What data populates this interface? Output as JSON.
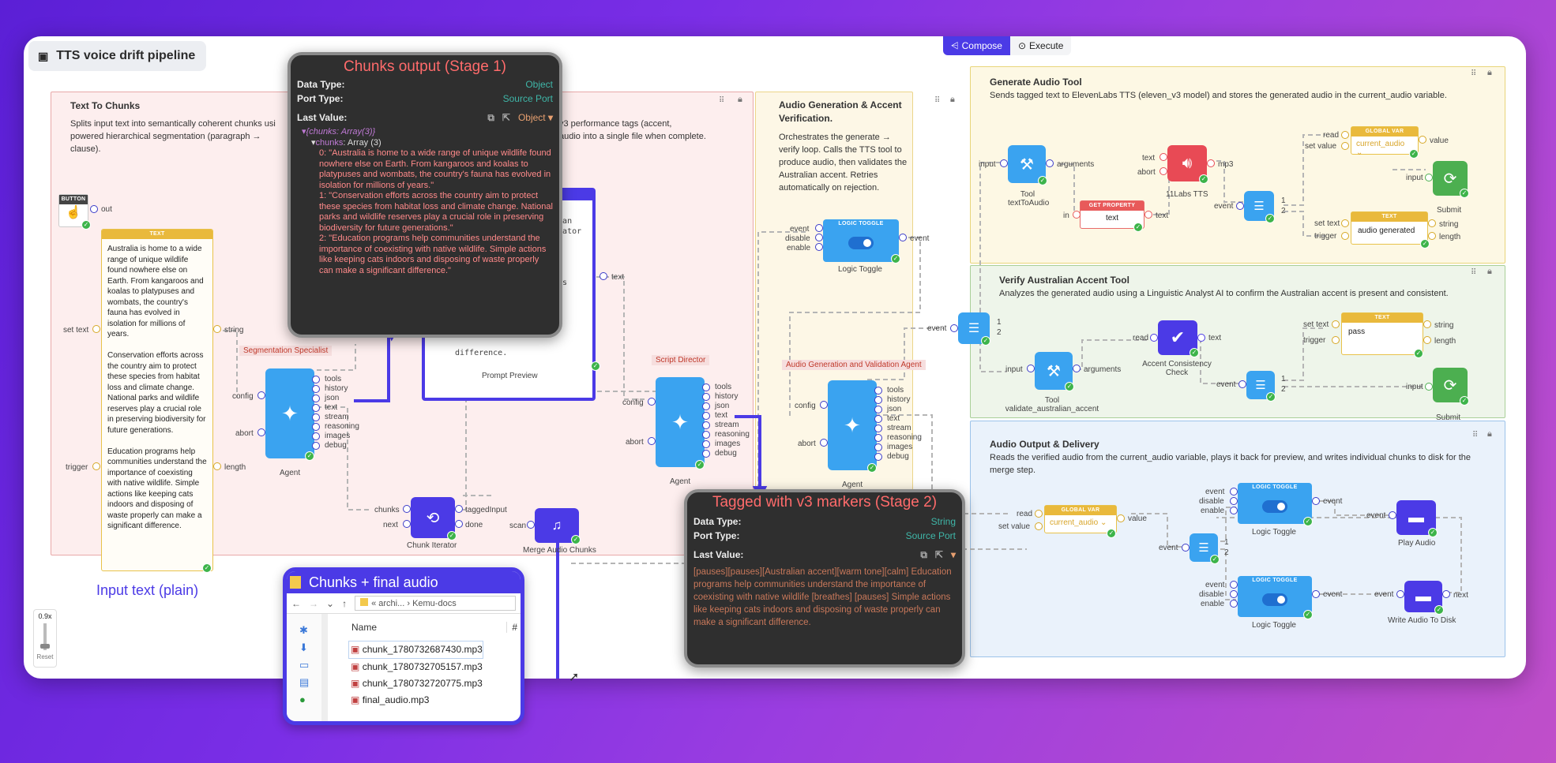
{
  "app": {
    "title": "TTS voice drift pipeline",
    "modes": [
      "Compose",
      "Execute"
    ],
    "zoom": "0.9x",
    "reset": "Reset"
  },
  "groups": {
    "text_to_chunks": {
      "title": "Text To Chunks",
      "desc": "Splits input text into semantically coherent chunks usi",
      "desc2": "powered hierarchical segmentation (paragraph →",
      "desc3": "clause).",
      "desc_r1": "v3 performance tags (accent,",
      "desc_r2": "audio into a single file when complete."
    },
    "audio_gen": {
      "title": "Audio Generation & Accent",
      "title2": "Verification.",
      "desc": "Orchestrates the generate → verify loop. Calls the TTS tool to produce audio, then validates the Australian accent. Retries automatically on rejection."
    },
    "gen_tool": {
      "title": "Generate Audio Tool",
      "desc": "Sends tagged text to ElevenLabs TTS (eleven_v3 model) and stores the generated audio in the current_audio variable."
    },
    "verify_tool": {
      "title": "Verify Australian Accent Tool",
      "desc": "Analyzes the generated audio using a Linguistic Analyst AI to confirm the Australian accent is present and consistent."
    },
    "output": {
      "title": "Audio Output & Delivery",
      "desc": "Reads the verified audio from the current_audio variable, plays it back for preview, and writes individual chunks to disk for the merge step."
    }
  },
  "nodes": {
    "button": {
      "head": "BUTTON",
      "out": "out"
    },
    "text": {
      "head": "TEXT",
      "body": [
        "Australia is home to a wide range of unique wildlife found nowhere else on Earth. From kangaroos and koalas to platypuses and wombats, the country's fauna has evolved in isolation for millions of years.",
        "Conservation efforts across the country aim to protect these species from habitat loss and climate change. National parks and wildlife reserves play a crucial role in preserving biodiversity for future generations.",
        "Education programs help communities understand the importance of coexisting with native wildlife. Simple actions like keeping cats indoors and disposing of waste properly can make a significant difference."
      ],
      "set_text": "set text",
      "trigger": "trigger",
      "string": "string",
      "length": "length"
    },
    "agent_ports": [
      "tools",
      "history",
      "json",
      "text",
      "stream",
      "reasoning",
      "images",
      "debug"
    ],
    "agent_in": [
      "config",
      "abort"
    ],
    "agent": "Agent",
    "seg_spec": "Segmentation Specialist",
    "script_director": "Script Director",
    "agv_agent": "Audio Generation and Validation Agent",
    "prompt_preview": "Prompt Preview",
    "prompt_text": "difference.",
    "prompt_lines": [
      "alian",
      "arrator",
      "m",
      "ties"
    ],
    "chunk_iter": {
      "name": "Chunk Iterator",
      "in": [
        "chunks",
        "next"
      ],
      "out": [
        "taggedInput",
        "done"
      ]
    },
    "merge": {
      "name": "Merge Audio Chunks",
      "in": "scan"
    },
    "logic_toggle": {
      "head": "LOGIC TOGGLE",
      "name": "Logic Toggle",
      "in": [
        "event",
        "disable",
        "enable"
      ],
      "out": "event"
    },
    "tool_tta": {
      "name1": "Tool",
      "name2": "textToAudio",
      "in": "input",
      "out": "arguments"
    },
    "get_prop": {
      "head": "GET PROPERTY",
      "field": "text",
      "in": "in",
      "out": "text"
    },
    "tts": {
      "name": "11Labs TTS",
      "in": [
        "text",
        "abort"
      ],
      "out": "mp3"
    },
    "global_var": {
      "head": "GLOBAL VAR",
      "value": "current_audio",
      "read": "read",
      "set": "set value",
      "out": "value"
    },
    "text_small": {
      "head": "TEXT",
      "val1": "audio generated",
      "val2": "pass",
      "set": "set text",
      "trig": "trigger",
      "out1": "string",
      "out2": "length"
    },
    "seq_ports": {
      "event": "event",
      "p1": "1",
      "p2": "2"
    },
    "submit": {
      "name": "Submit",
      "in": "input"
    },
    "tool_va": {
      "name1": "Tool",
      "name2": "validate_australian_accent",
      "in": "input",
      "out": "arguments"
    },
    "acc": {
      "name1": "Accent Consistency",
      "name2": "Check",
      "in": "read",
      "out": "text"
    },
    "play": {
      "name": "Play Audio",
      "in": "event"
    },
    "write": {
      "name": "Write Audio To Disk",
      "in": "event",
      "out": "next"
    }
  },
  "popups": {
    "chunks": {
      "title": "Chunks output (Stage 1)",
      "data_type_label": "Data Type:",
      "data_type": "Object",
      "port_type_label": "Port Type:",
      "port_type": "Source Port",
      "last_value_label": "Last Value:",
      "last_value_type": "Object",
      "tree_root": "{chunks: Array(3)}",
      "tree_key": "chunks",
      "tree_type": "Array (3)",
      "items": [
        "0: \"Australia is home to a wide range of unique wildlife found nowhere else on Earth. From kangaroos and koalas to platypuses and wombats, the country's fauna has evolved in isolation for millions of years.\"",
        "1: \"Conservation efforts across the country aim to protect these species from habitat loss and climate change. National parks and wildlife reserves play a crucial role in preserving biodiversity for future generations.\"",
        "2: \"Education programs help communities understand the importance of coexisting with native wildlife. Simple actions like keeping cats indoors and disposing of waste properly can make a significant difference.\""
      ]
    },
    "tagged": {
      "title": "Tagged with v3 markers (Stage 2)",
      "data_type_label": "Data Type:",
      "data_type": "String",
      "port_type_label": "Port Type:",
      "port_type": "Source Port",
      "last_value_label": "Last Value:",
      "value": "[pauses][pauses][Australian accent][warm tone][calm] Education programs help communities understand the importance of coexisting with native wildlife [breathes] [pauses] Simple actions like keeping cats indoors and disposing of waste properly can make a significant difference."
    }
  },
  "captions": {
    "input_text": "Input text (plain)"
  },
  "explorer": {
    "title": "Chunks + final audio",
    "path": [
      "«",
      "archi...",
      "›",
      "Kemu-docs"
    ],
    "col_name": "Name",
    "col_hash": "#",
    "files": [
      "chunk_1780732687430.mp3",
      "chunk_1780732705157.mp3",
      "chunk_1780732720775.mp3",
      "final_audio.mp3"
    ]
  },
  "colors": {
    "accent": "#4b3ae6",
    "agent_blue": "#3aa3f0",
    "ok_green": "#3db44a",
    "tts_red": "#e84a55",
    "submit_green": "#4caf50",
    "popup_title": "#ff6b6b"
  }
}
